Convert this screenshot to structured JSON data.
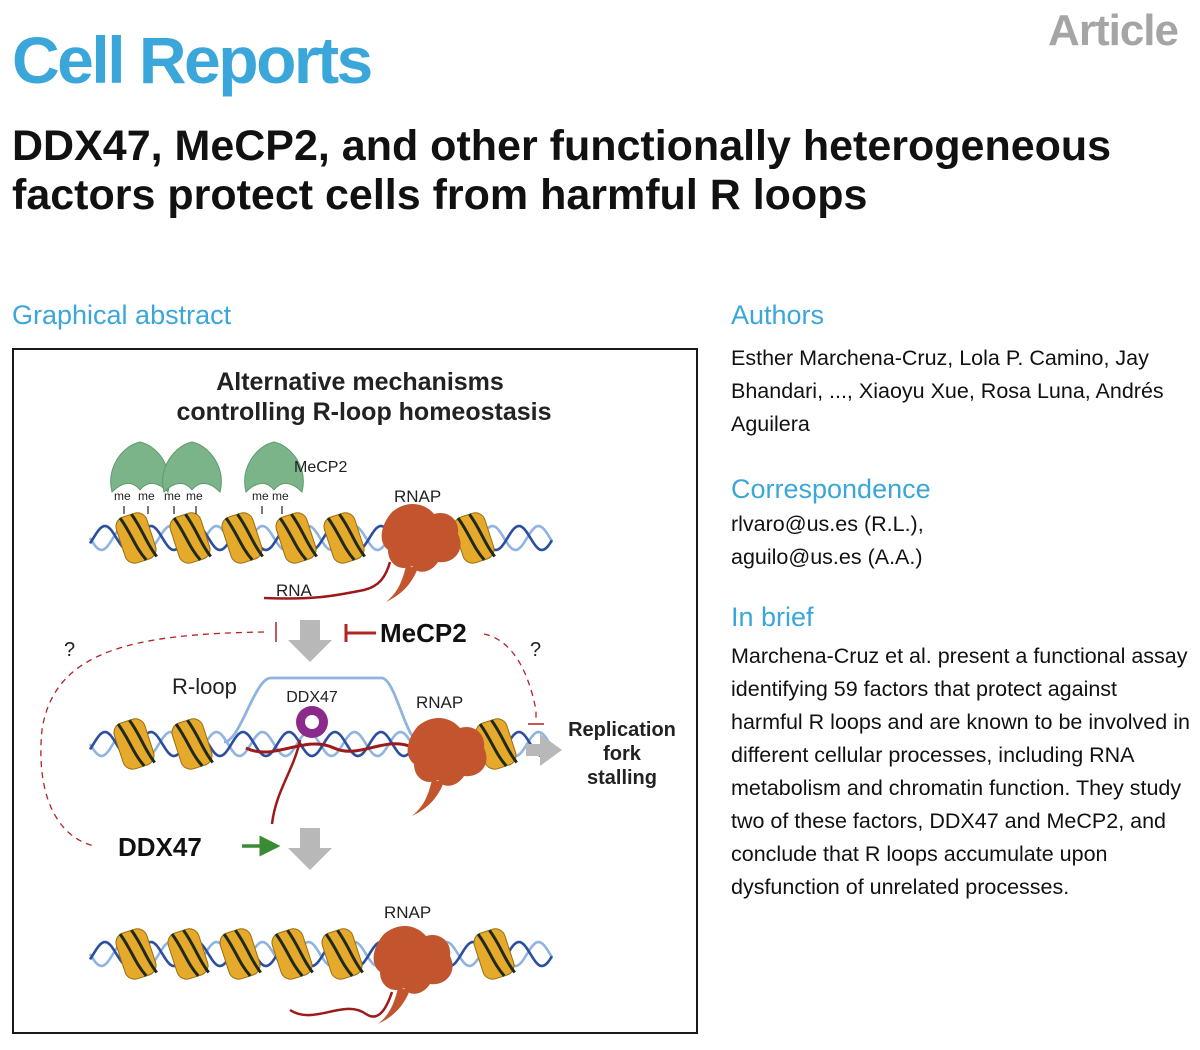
{
  "journal": "Cell Reports",
  "article_type": "Article",
  "title": "DDX47, MeCP2, and other functionally heterogeneous factors protect cells from harmful R loops",
  "graphical_abstract": {
    "heading": "Graphical abstract",
    "figure": {
      "title_line1": "Alternative mechanisms",
      "title_line2": "controlling R-loop homeostasis",
      "mecp2_small": "MeCP2",
      "me_marks": [
        "me",
        "me",
        "me",
        "me",
        "me",
        "me"
      ],
      "rnap_label": "RNAP",
      "rna_label": "RNA",
      "mecp2_big": "MeCP2",
      "question_mark": "?",
      "rloop_label": "R-loop",
      "ddx47_small": "DDX47",
      "replication_line1": "Replication",
      "replication_line2": "fork",
      "replication_line3": "stalling",
      "ddx47_big": "DDX47"
    }
  },
  "authors": {
    "heading": "Authors",
    "text": "Esther Marchena-Cruz, Lola P. Camino, Jay Bhandari, ..., Xiaoyu Xue, Rosa Luna, Andrés Aguilera"
  },
  "correspondence": {
    "heading": "Correspondence",
    "lines": [
      "rlvaro@us.es (R.L.),",
      "aguilo@us.es (A.A.)"
    ]
  },
  "in_brief": {
    "heading": "In brief",
    "text": "Marchena-Cruz et al. present a functional assay identifying 59 factors that protect against harmful R loops and are known to be involved in different cellular processes, including RNA metabolism and chromatin function. They study two of these factors, DDX47 and MeCP2, and conclude that R loops accumulate upon dysfunction of unrelated processes."
  },
  "colors": {
    "brand_blue": "#3aa6da",
    "article_gray": "#a5a5a5",
    "dna_dark": "#2b4f9e",
    "dna_light": "#8fb4e0",
    "nucleosome": "#e5a92c",
    "nucleosome_stroke": "#9a6c0e",
    "rnap": "#c2552e",
    "mecp2_green": "#7bb488",
    "rna_red": "#9c1a1a",
    "inhibit_red": "#b02424",
    "ddx47_purple": "#8c2a8c",
    "arrow_gray": "#b8b8b8",
    "arrow_green": "#3b8b34"
  }
}
